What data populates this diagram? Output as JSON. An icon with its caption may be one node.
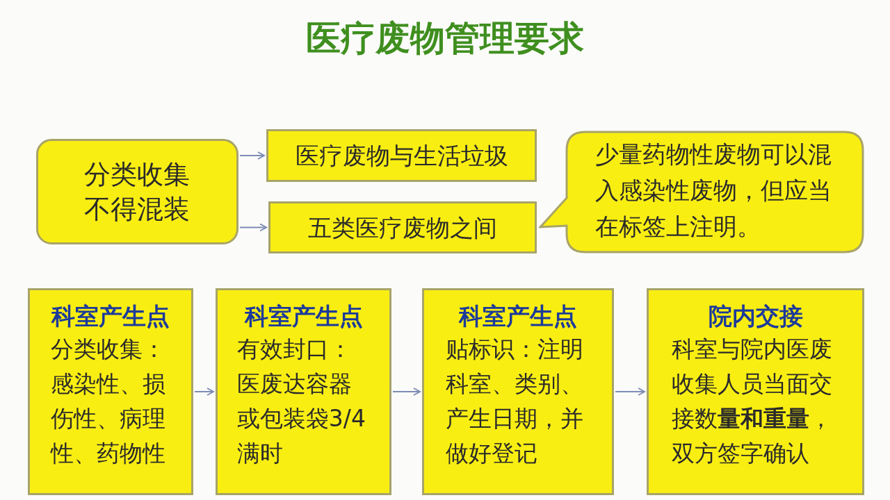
{
  "diagram": {
    "title": "医疗废物管理要求",
    "nodes": [
      {
        "text": [
          "分类收集不得混装"
        ]
      },
      {
        "text": [
          "医疗废物与生活垃圾"
        ]
      },
      {
        "text": [
          "五类医疗废物之间"
        ]
      },
      {
        "text": [
          "少量药物性废物可以混入感染性废物，但应当在标签上注明。"
        ]
      },
      {
        "text": [
          "科室产生点",
          "分类收集：感染性、损伤性、病理性、药物性"
        ]
      },
      {
        "text": [
          "科室产生点",
          "有效封口：医废达容器或包装袋3/4满时"
        ]
      },
      {
        "text": [
          "科室产生点",
          "贴标识：注明科室、类别、产生日期，并做好登记"
        ]
      },
      {
        "text": [
          "院内交接",
          "科室与院内医废收集人员当面交接数**量和重量**，双方签字确认"
        ]
      }
    ],
    "edges": [
      {
        "from": 0,
        "to": 1,
        "arrow": "to"
      },
      {
        "from": 0,
        "to": 2,
        "arrow": "to"
      },
      {
        "from": 4,
        "to": 5,
        "arrow": "to"
      },
      {
        "from": 5,
        "to": 6,
        "arrow": "to"
      },
      {
        "from": 6,
        "to": 7,
        "arrow": "to"
      }
    ]
  }
}
